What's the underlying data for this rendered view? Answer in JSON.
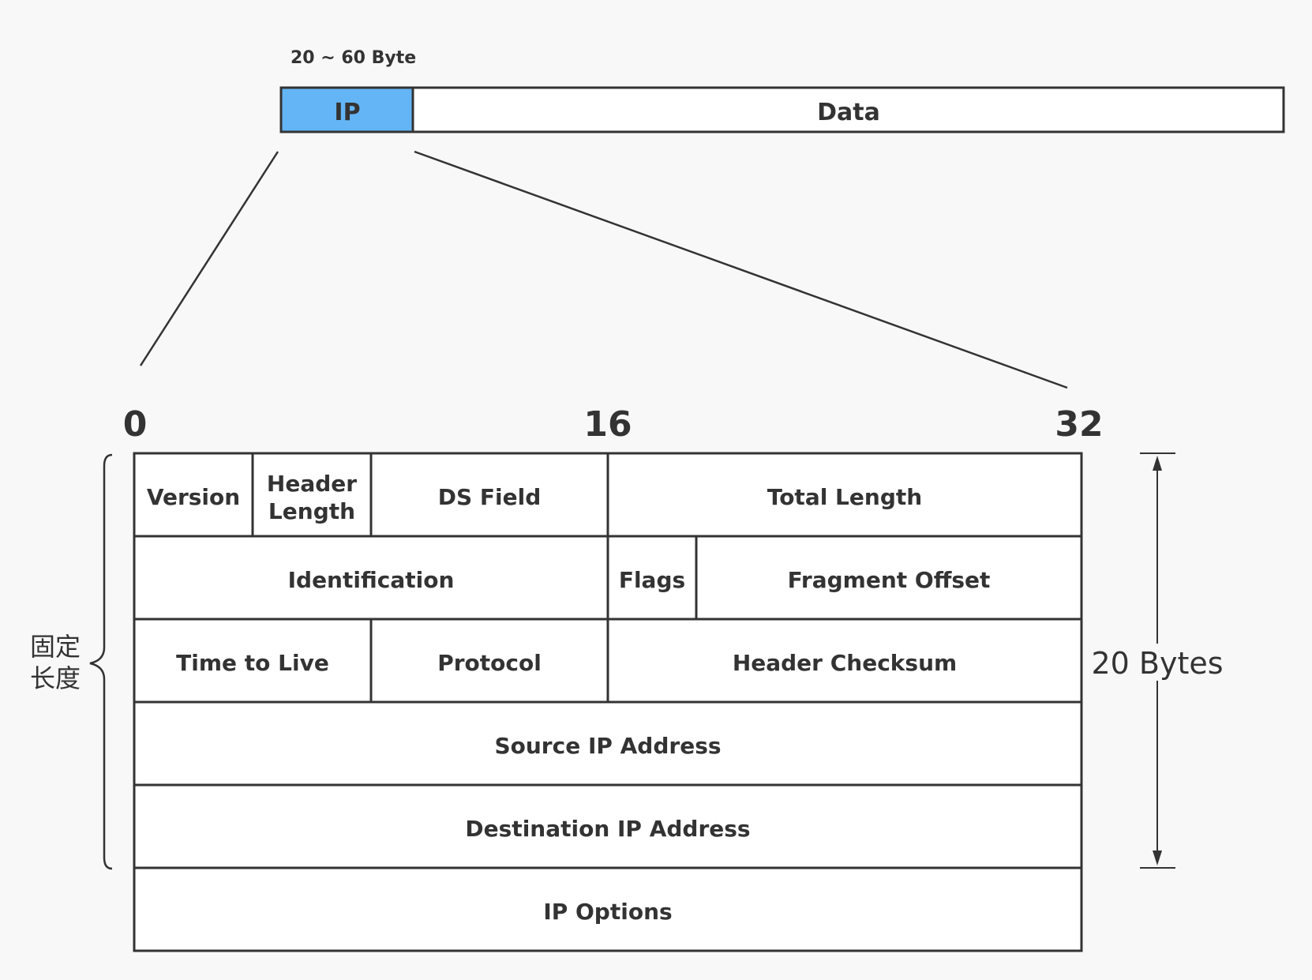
{
  "packet": {
    "size_label": "20 ~ 60 Byte",
    "ip_label": "IP",
    "data_label": "Data",
    "ip_color": "#64b5f6"
  },
  "bit_scale": {
    "start": "0",
    "middle": "16",
    "end": "32"
  },
  "header": {
    "row1": {
      "version": "Version",
      "header_length_line1": "Header",
      "header_length_line2": "Length",
      "ds_field": "DS Field",
      "total_length": "Total Length"
    },
    "row2": {
      "identification": "Identification",
      "flags": "Flags",
      "fragment_offset": "Fragment Offset"
    },
    "row3": {
      "time_to_live": "Time to Live",
      "protocol": "Protocol",
      "header_checksum": "Header Checksum"
    },
    "row4": {
      "source_ip": "Source IP Address"
    },
    "row5": {
      "destination_ip": "Destination IP Address"
    },
    "row6": {
      "ip_options": "IP Options"
    }
  },
  "annotations": {
    "fixed_length_line1": "固定",
    "fixed_length_line2": "长度",
    "bytes_label": "20 Bytes"
  },
  "colors": {
    "stroke": "#333333",
    "background": "#f8f8f8",
    "cell_fill": "#ffffff"
  }
}
